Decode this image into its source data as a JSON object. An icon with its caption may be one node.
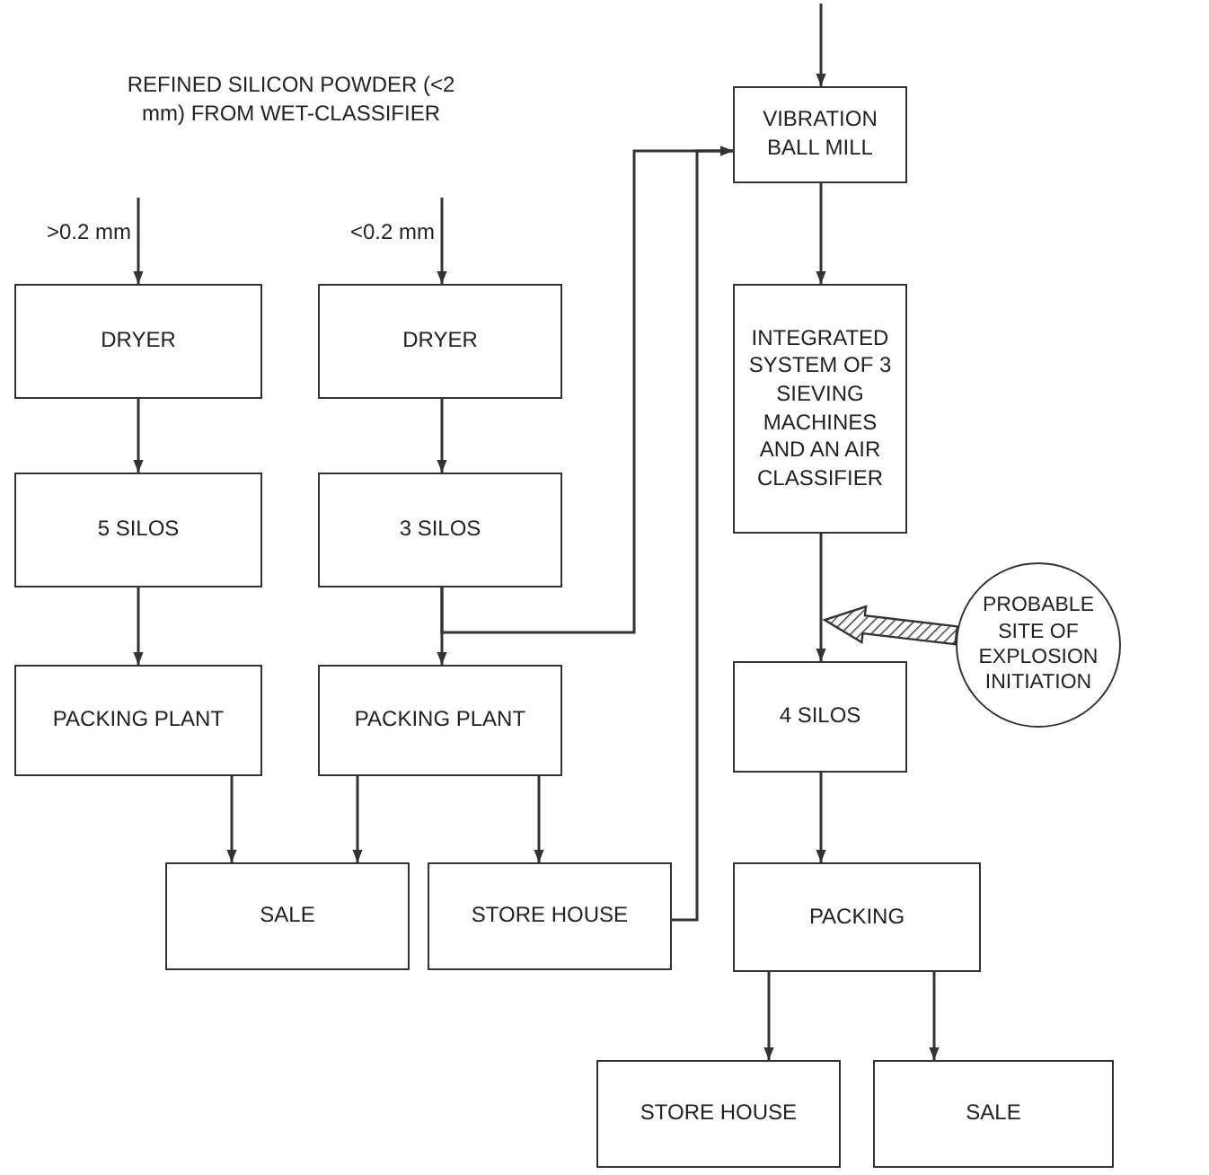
{
  "diagram": {
    "nodes": [
      {
        "text": [
          "DRYER"
        ]
      },
      {
        "text": [
          "DRYER"
        ]
      },
      {
        "text": [
          "VIBRATION BALL MILL"
        ]
      },
      {
        "text": [
          "5 SILOS"
        ]
      },
      {
        "text": [
          "3 SILOS"
        ]
      },
      {
        "text": [
          "INTEGRATED SYSTEM OF 3 SIEVING MACHINES AND AN AIR CLASSIFIER"
        ]
      },
      {
        "text": [
          "PROBABLE SITE OF EXPLOSION INITIATION"
        ]
      },
      {
        "text": [
          "PACKING PLANT"
        ]
      },
      {
        "text": [
          "PACKING PLANT"
        ]
      },
      {
        "text": [
          "4 SILOS"
        ]
      },
      {
        "text": [
          "SALE"
        ]
      },
      {
        "text": [
          "STORE HOUSE"
        ]
      },
      {
        "text": [
          "PACKING"
        ]
      },
      {
        "text": [
          "STORE HOUSE"
        ]
      },
      {
        "text": [
          "SALE"
        ]
      }
    ],
    "edges": [
      {
        "from": null,
        "to": 0,
        "arrow": "to",
        "label": ">0.2 mm"
      },
      {
        "from": null,
        "to": 1,
        "arrow": "to",
        "label": "<0.2 mm"
      },
      {
        "from": null,
        "to": 2,
        "arrow": "to"
      },
      {
        "from": 0,
        "to": 3,
        "arrow": "to"
      },
      {
        "from": 1,
        "to": 4,
        "arrow": "to"
      },
      {
        "from": 2,
        "to": 5,
        "arrow": "to"
      },
      {
        "from": 3,
        "to": 7,
        "arrow": "to"
      },
      {
        "from": 4,
        "to": 8,
        "arrow": "to"
      },
      {
        "from": 4,
        "to": 2,
        "arrow": "to"
      },
      {
        "from": 5,
        "to": 9,
        "arrow": "to"
      },
      {
        "from": 6,
        "to": null,
        "arrow": "to",
        "style": "thick"
      },
      {
        "from": 7,
        "to": 10,
        "arrow": "to"
      },
      {
        "from": 8,
        "to": 10,
        "arrow": "to"
      },
      {
        "from": 8,
        "to": 11,
        "arrow": "to"
      },
      {
        "from": 11,
        "to": 2,
        "arrow": "to"
      },
      {
        "from": 9,
        "to": 12,
        "arrow": "to"
      },
      {
        "from": 12,
        "to": 13,
        "arrow": "to"
      },
      {
        "from": 12,
        "to": 14,
        "arrow": "to"
      }
    ],
    "labels": [
      "REFINED SILICON POWDER (<2 mm) FROM WET-CLASSIFIER"
    ]
  }
}
